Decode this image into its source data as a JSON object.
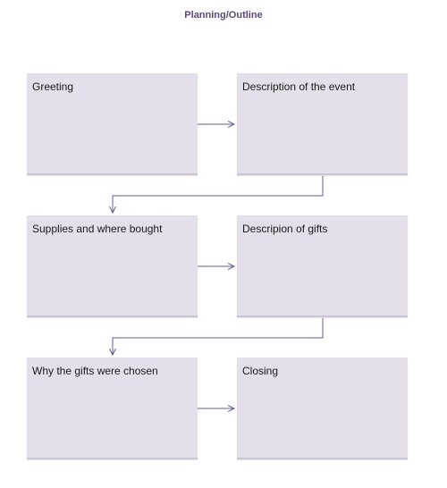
{
  "title": "Planning/Outline",
  "boxes": [
    {
      "label": "Greeting"
    },
    {
      "label": "Description of the event"
    },
    {
      "label": "Supplies and where bought"
    },
    {
      "label": "Descripion of gifts"
    },
    {
      "label": "Why the gifts were chosen"
    },
    {
      "label": "Closing"
    }
  ],
  "colors": {
    "box_fill": "#e4dfeb",
    "connector": "#6b5b8a",
    "title": "#5a4a78"
  }
}
